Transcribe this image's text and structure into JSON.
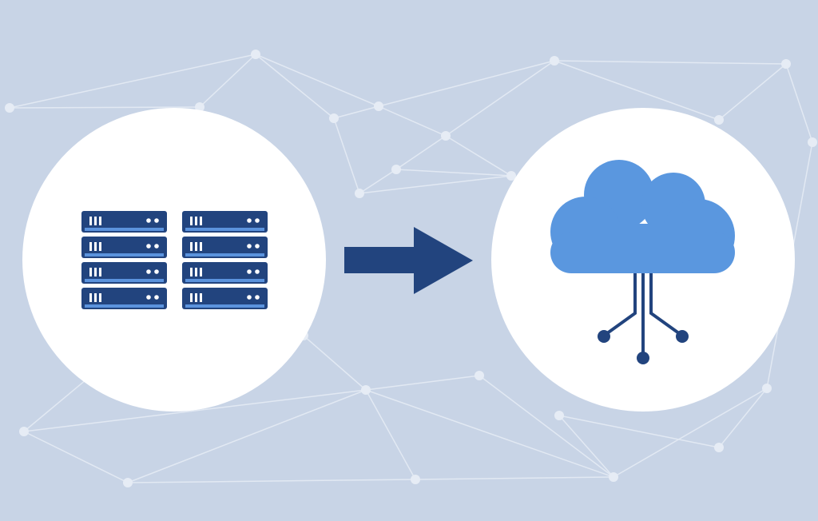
{
  "colors": {
    "background": "#c8d4e6",
    "network_line": "#e2e9f3",
    "network_node": "#e6ecf5",
    "circle": "#ffffff",
    "server_dark": "#22447e",
    "server_accent": "#5b93dd",
    "arrow": "#22447e",
    "cloud": "#5a97df",
    "cloud_connector": "#22447e"
  },
  "illustration": {
    "left_icon": "server-rack-icon",
    "middle_icon": "arrow-right-icon",
    "right_icon": "cloud-network-icon",
    "server_columns": 2,
    "units_per_column": 4,
    "cloud_connector_count": 3
  }
}
